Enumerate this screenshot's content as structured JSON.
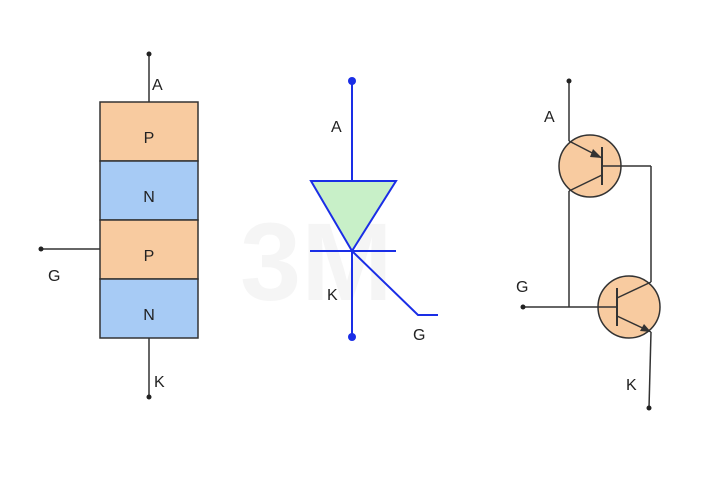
{
  "watermark": "3M",
  "structure": {
    "terminal_anode": "A",
    "terminal_gate": "G",
    "terminal_cathode": "K",
    "layers": [
      {
        "label": "P",
        "color": "#f8cba0"
      },
      {
        "label": "N",
        "color": "#a7cbf5"
      },
      {
        "label": "P",
        "color": "#f8cba0"
      },
      {
        "label": "N",
        "color": "#a7cbf5"
      }
    ]
  },
  "symbol": {
    "terminal_anode": "A",
    "terminal_cathode": "K",
    "terminal_gate": "G",
    "line_color": "#1a2ee6",
    "fill_color": "#c8f0c8"
  },
  "transistor_model": {
    "terminal_anode": "A",
    "terminal_gate": "G",
    "terminal_cathode": "K",
    "transistor_fill": "#f8cba0"
  }
}
